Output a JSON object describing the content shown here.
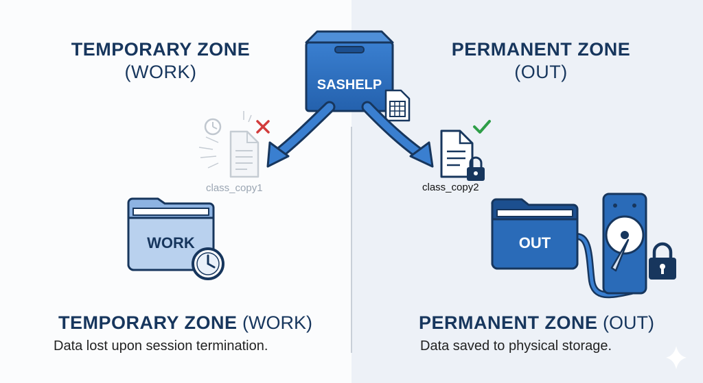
{
  "left_zone": {
    "title_line1": "TEMPORARY ZONE",
    "title_line2": "(WORK)",
    "bottom_bold": "TEMPORARY ZONE",
    "bottom_paren": " (WORK)",
    "description": "Data lost upon session termination.",
    "folder_label": "WORK",
    "file_label": "class_copy1"
  },
  "right_zone": {
    "title_line1": "PERMANENT ZONE",
    "title_line2": "(OUT)",
    "bottom_bold": "PERMANENT ZONE",
    "bottom_paren": " (OUT)",
    "description": "Data saved to physical storage.",
    "folder_label": "OUT",
    "file_label": "class_copy2"
  },
  "source": {
    "label": "SASHELP"
  },
  "colors": {
    "navy": "#17365d",
    "blue": "#2a6bb8",
    "light_blue": "#b9d1ee",
    "error_red": "#d23c3c",
    "success_green": "#2e9e48"
  },
  "icons": [
    "clock-icon",
    "red-x-icon",
    "green-check-icon",
    "lock-icon",
    "spreadsheet-icon",
    "hard-drive-icon",
    "sparkle-icon"
  ]
}
